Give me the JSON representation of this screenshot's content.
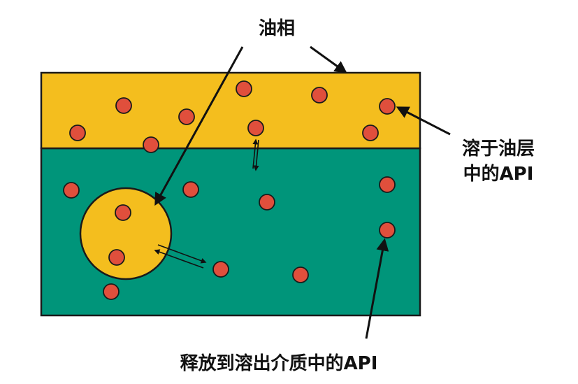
{
  "labels": {
    "oil_phase": "油相",
    "api_in_oil_line1": "溶于油层",
    "api_in_oil_line2": "中的API",
    "api_released": "释放到溶出介质中的API"
  },
  "colors": {
    "oil": "#F4BE1E",
    "medium": "#00957A",
    "droplet_fill": "#E04F3C",
    "outline": "#1A1A1A",
    "text": "#111111"
  }
}
